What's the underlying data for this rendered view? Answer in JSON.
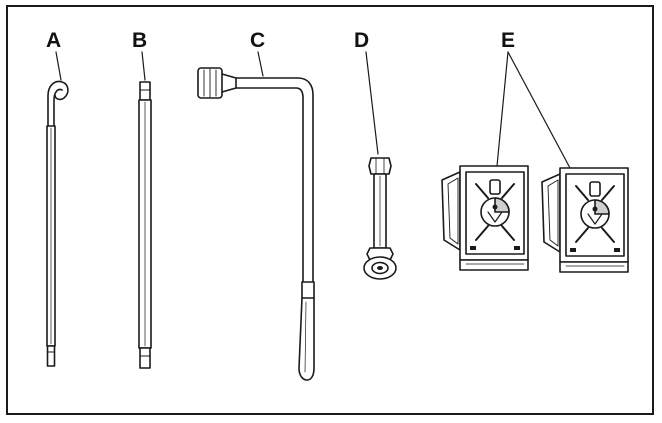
{
  "labels": {
    "a": "A",
    "b": "B",
    "c": "C",
    "d": "D",
    "e": "E"
  },
  "colors": {
    "ink": "#1a1a1a",
    "paper": "#ffffff",
    "shade": "#cfcfcf"
  }
}
